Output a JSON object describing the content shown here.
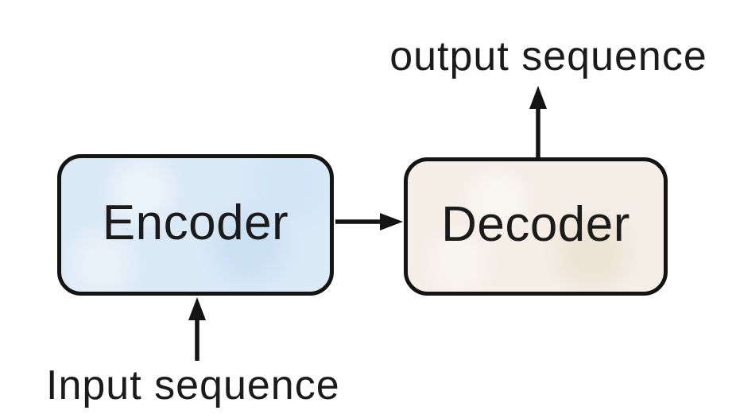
{
  "diagram": {
    "type": "flow-diagram",
    "topic": "encoder-decoder sequence model",
    "nodes": {
      "encoder": {
        "label": "Encoder",
        "fill": "#dbe9f6"
      },
      "decoder": {
        "label": "Decoder",
        "fill": "#f4eee6"
      }
    },
    "labels": {
      "output": {
        "text": "output sequence"
      },
      "input": {
        "text": "Input sequence"
      }
    },
    "edges": [
      {
        "from": "Input sequence",
        "to": "Encoder",
        "direction": "up"
      },
      {
        "from": "Encoder",
        "to": "Decoder",
        "direction": "right"
      },
      {
        "from": "Decoder",
        "to": "output sequence",
        "direction": "up"
      }
    ],
    "colors": {
      "encoder_fill": "#dbe9f6",
      "decoder_fill": "#f4eee6",
      "outline": "#141414",
      "arrow": "#141414",
      "text": "#1b1b1b",
      "background": "#ffffff"
    }
  }
}
